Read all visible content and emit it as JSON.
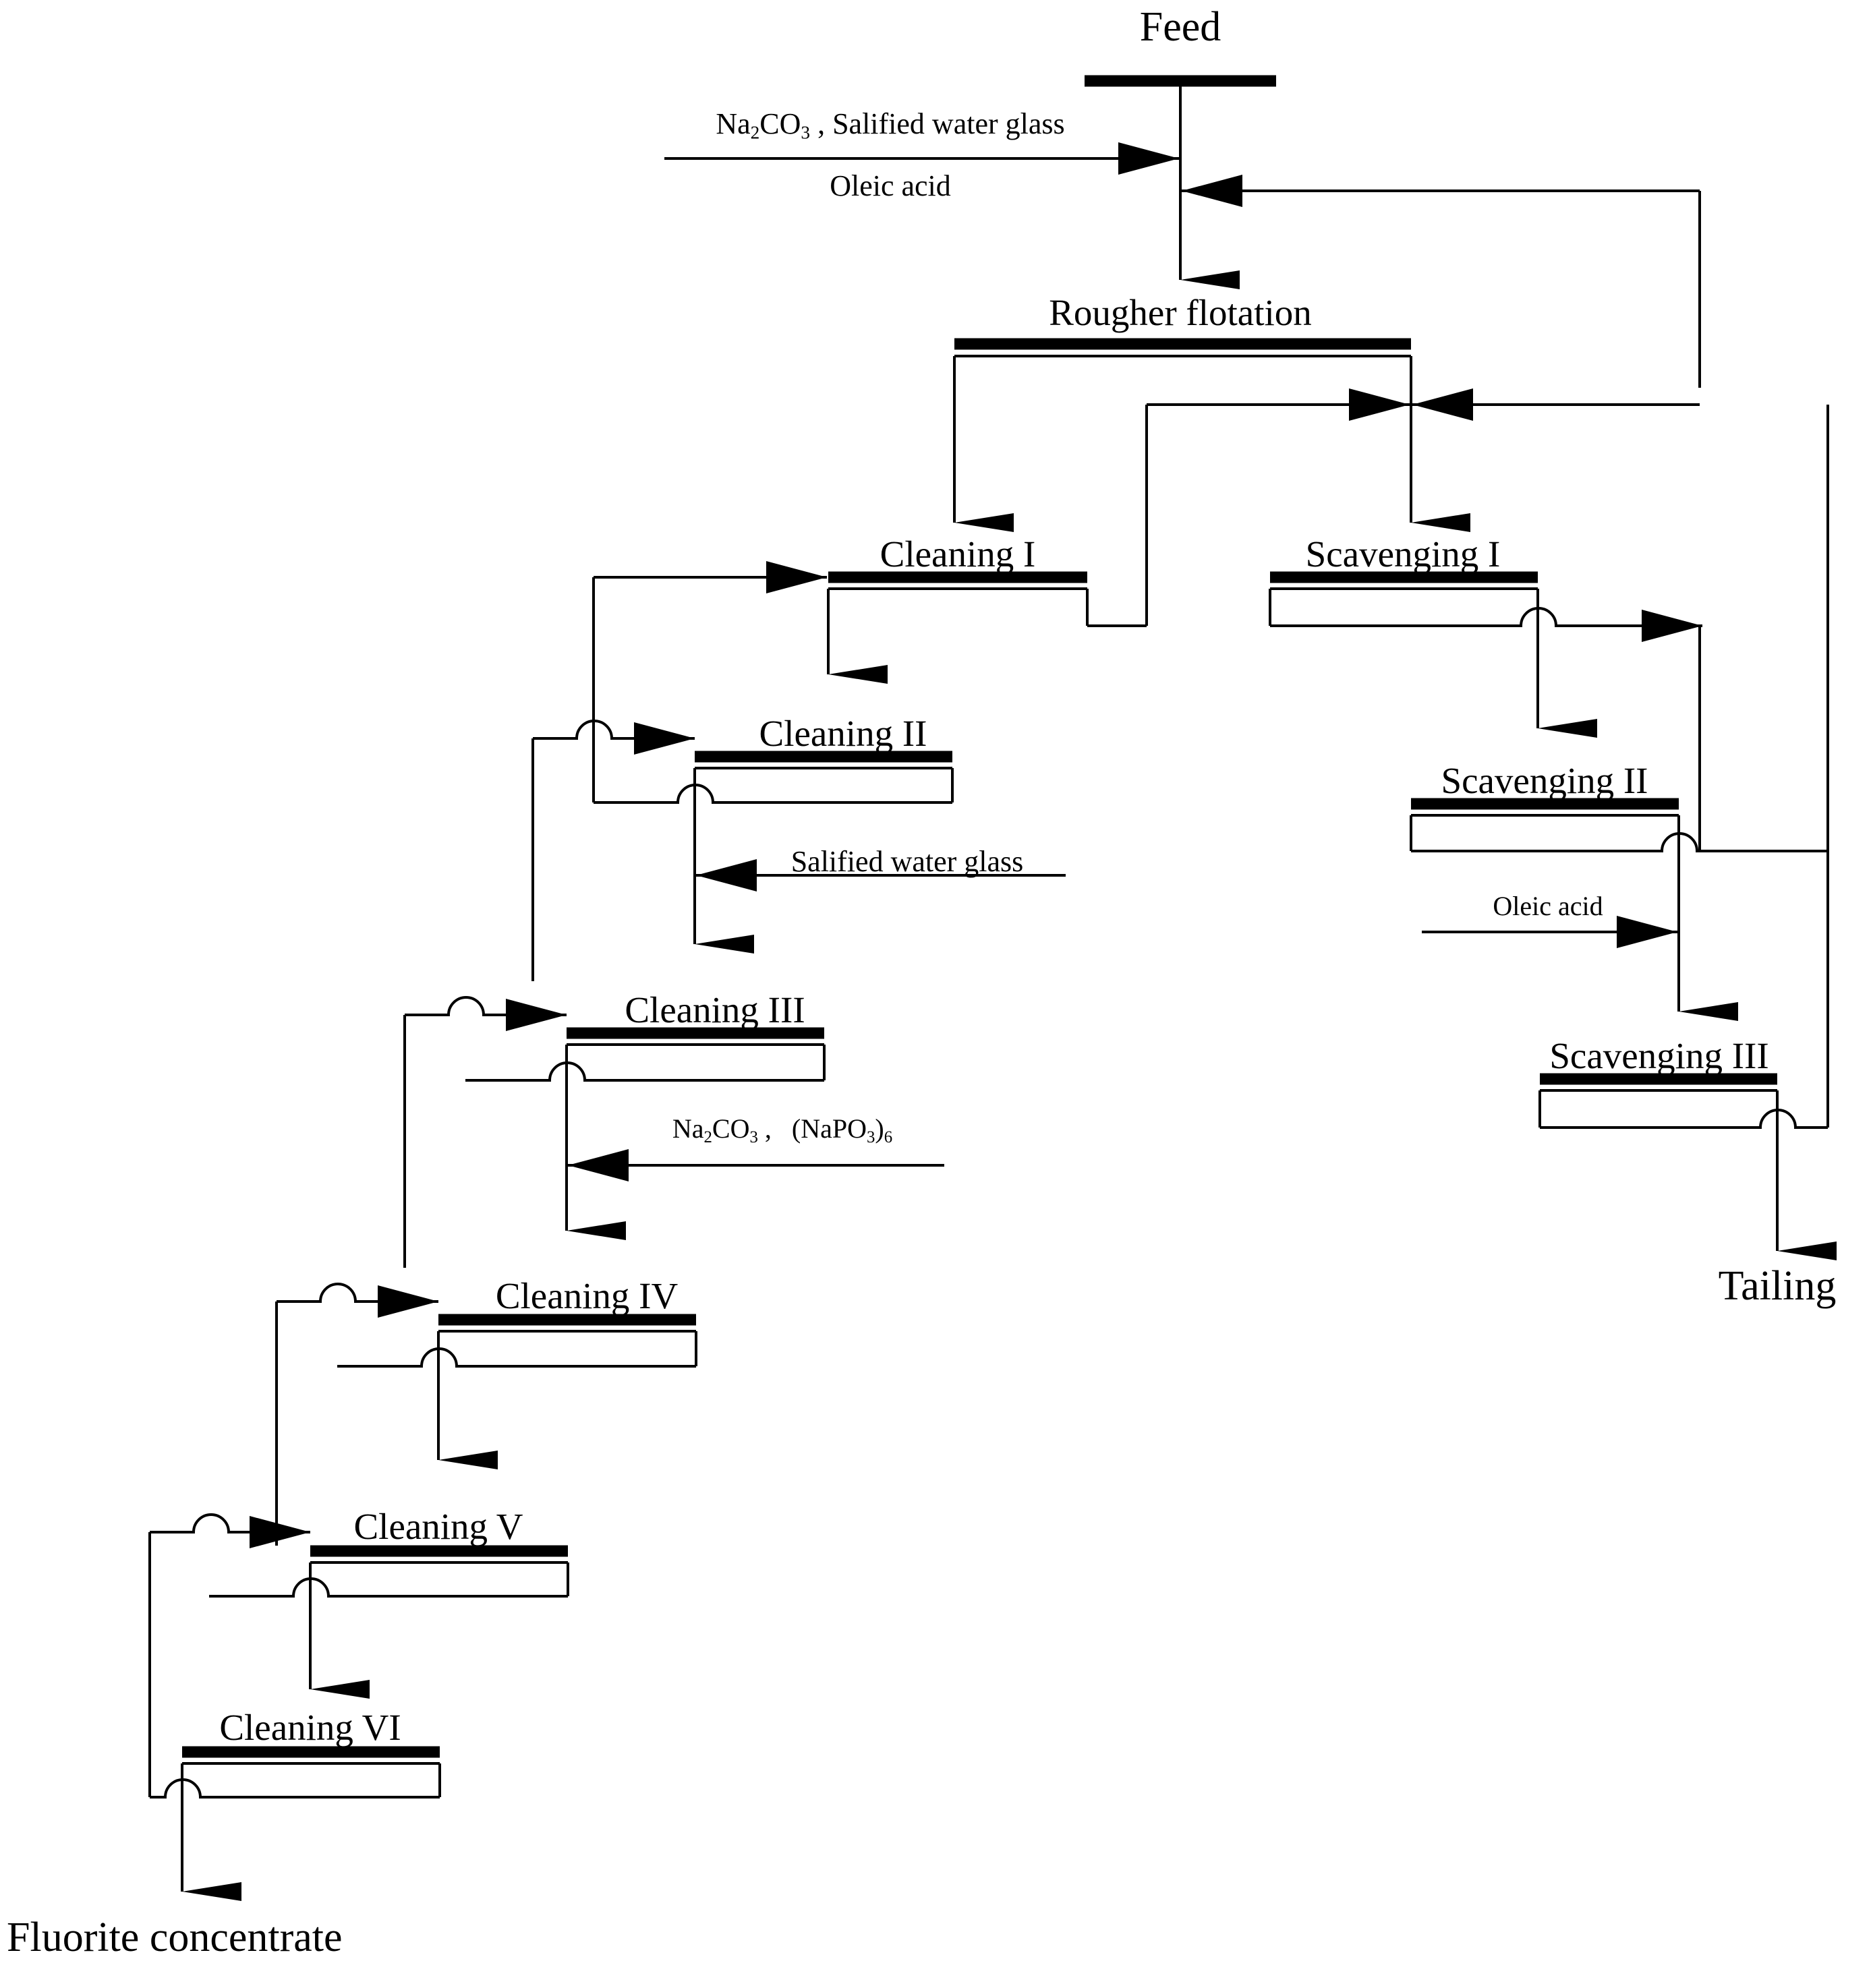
{
  "diagram": {
    "title": "Fluorite flotation flowsheet",
    "type": "process-flowsheet",
    "stroke_color": "#000000",
    "background_color": "#ffffff"
  },
  "streams": {
    "feed": "Feed",
    "tailing": "Tailing",
    "concentrate": "Fluorite concentrate"
  },
  "units": {
    "rougher": "Rougher  flotation",
    "cleaning1": "Cleaning  I",
    "cleaning2": "Cleaning  II",
    "cleaning3": "Cleaning  III",
    "cleaning4": "Cleaning  IV",
    "cleaning5": "Cleaning V",
    "cleaning6": "Cleaning VI",
    "scavenging1": "Scavenging  I",
    "scavenging2": "Scavenging II",
    "scavenging3": "Scavenging III"
  },
  "reagents": {
    "feed_top": "Na2CO3 , Salified water glass",
    "feed_top_parts": {
      "formula": "Na",
      "sub1": "2",
      "mid": "CO",
      "sub2": "3",
      "rest": " , Salified water glass"
    },
    "feed_bottom": "Oleic acid",
    "cleaning2_reagent": "Salified water glass",
    "cleaning3_reagent": "Na2CO3 ,  (NaPO3)6",
    "scavenging2_reagent": "Oleic acid"
  },
  "icons": {
    "arrow_down": "down-arrow",
    "arrow_right": "right-arrow",
    "arrow_left": "left-arrow",
    "line_jumper": "line-jumper-hop"
  }
}
